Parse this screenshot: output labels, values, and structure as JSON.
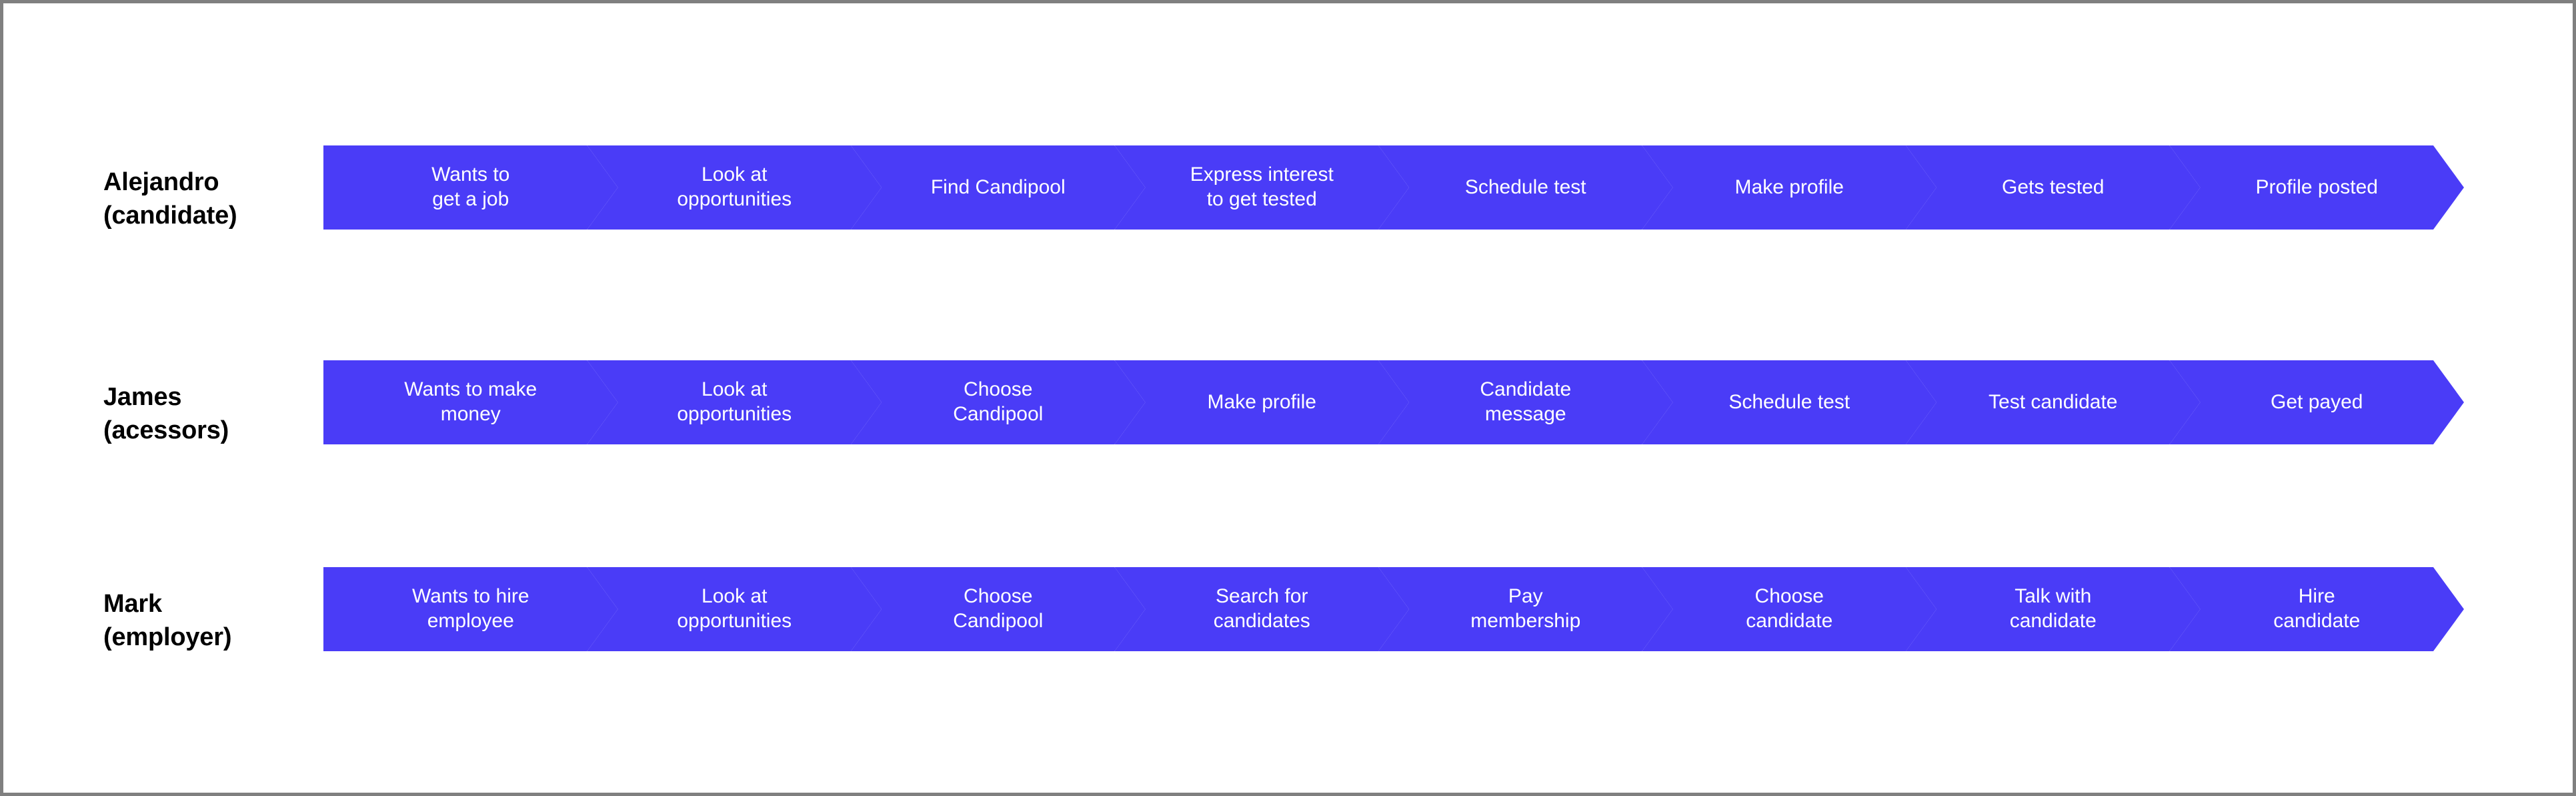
{
  "page": {
    "background_color": "#ffffff",
    "border_color": "#808080",
    "accent_color": "#4a3cf7",
    "label_color": "#000000",
    "chevron_text_color": "#ffffff"
  },
  "journeys": [
    {
      "persona": "Alejandro\n(candidate)",
      "persona_name": "Alejandro",
      "persona_role": "(candidate)",
      "steps": [
        "Wants to\nget a job",
        "Look at\nopportunities",
        "Find Candipool",
        "Express interest\nto get tested",
        "Schedule test",
        "Make profile",
        "Gets tested",
        "Profile posted"
      ]
    },
    {
      "persona": "James\n(acessors)",
      "persona_name": "James",
      "persona_role": "(acessors)",
      "steps": [
        "Wants to make\nmoney",
        "Look at\nopportunities",
        "Choose\nCandipool",
        "Make profile",
        "Candidate\nmessage",
        "Schedule test",
        "Test candidate",
        "Get payed"
      ]
    },
    {
      "persona": "Mark\n(employer)",
      "persona_name": "Mark",
      "persona_role": "(employer)",
      "steps": [
        "Wants to hire\nemployee",
        "Look at\nopportunities",
        "Choose\nCandipool",
        "Search for\ncandidates",
        "Pay\nmembership",
        "Choose\ncandidate",
        "Talk with\ncandidate",
        "Hire\ncandidate"
      ]
    }
  ]
}
